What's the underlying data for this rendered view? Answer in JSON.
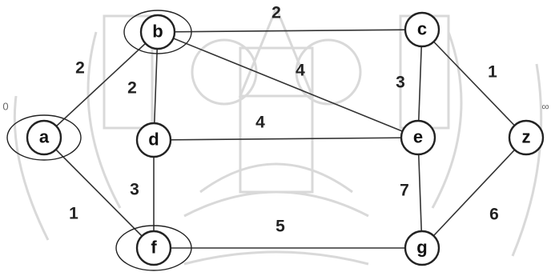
{
  "graph": {
    "nodes": [
      {
        "id": "a",
        "label": "a",
        "highlighted": true
      },
      {
        "id": "b",
        "label": "b",
        "highlighted": true
      },
      {
        "id": "c",
        "label": "c",
        "highlighted": false
      },
      {
        "id": "d",
        "label": "d",
        "highlighted": false
      },
      {
        "id": "e",
        "label": "e",
        "highlighted": false
      },
      {
        "id": "z",
        "label": "z",
        "highlighted": false
      },
      {
        "id": "f",
        "label": "f",
        "highlighted": true
      },
      {
        "id": "g",
        "label": "g",
        "highlighted": false
      }
    ],
    "edges": [
      {
        "from": "a",
        "to": "b",
        "weight": "2"
      },
      {
        "from": "a",
        "to": "f",
        "weight": "1"
      },
      {
        "from": "b",
        "to": "c",
        "weight": "2"
      },
      {
        "from": "b",
        "to": "d",
        "weight": "2"
      },
      {
        "from": "b",
        "to": "e",
        "weight": "4"
      },
      {
        "from": "d",
        "to": "e",
        "weight": "4"
      },
      {
        "from": "d",
        "to": "f",
        "weight": "3"
      },
      {
        "from": "c",
        "to": "e",
        "weight": "3"
      },
      {
        "from": "c",
        "to": "z",
        "weight": "1"
      },
      {
        "from": "e",
        "to": "g",
        "weight": "7"
      },
      {
        "from": "f",
        "to": "g",
        "weight": "5"
      },
      {
        "from": "g",
        "to": "z",
        "weight": "6"
      }
    ],
    "annotations": [
      {
        "node": "a",
        "text": "0"
      },
      {
        "node": "z",
        "text": "∞"
      }
    ]
  },
  "colors": {
    "stroke": "#222222",
    "watermark": "#d9d9d9"
  }
}
